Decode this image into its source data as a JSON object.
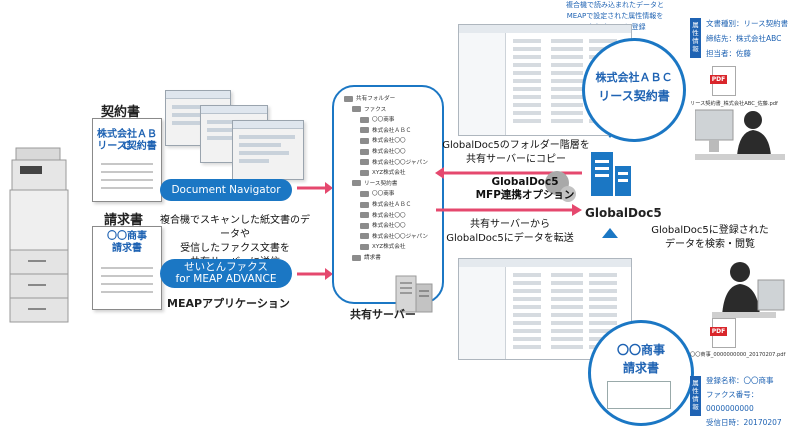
{
  "documents": {
    "contract": {
      "heading": "契約書",
      "sheet_text_line1": "株式会社ＡＢＣ",
      "sheet_text_line2": "リース契約書"
    },
    "invoice": {
      "heading": "請求書",
      "sheet_text_line1": "〇〇商事",
      "sheet_text_line2": "請求書"
    }
  },
  "apps": {
    "document_navigator": "Document Navigator",
    "fax_line1": "せいとんファクス",
    "fax_line2": "for MEAP ADVANCE",
    "meap_label": "MEAPアプリケーション"
  },
  "scan_caption": {
    "line1": "複合機でスキャンした紙文書のデータや",
    "line2": "受信したファクス文書を",
    "line3": "共有サーバーに送信"
  },
  "shared_server": {
    "label": "共有サーバー",
    "tree": [
      "共有フォルダー",
      "ファクス",
      "〇〇商事",
      "株式会社ＡＢＣ",
      "株式会社〇〇",
      "株式会社〇〇",
      "株式会社〇〇ジャパン",
      "XYZ株式会社",
      "リース契約書",
      "〇〇商事",
      "株式会社ＡＢＣ",
      "株式会社〇〇",
      "株式会社〇〇",
      "株式会社〇〇ジャパン",
      "XYZ株式会社",
      "請求書"
    ]
  },
  "globaldoc": {
    "copy_caption_line1": "GlobalDoc5のフォルダー階層を",
    "copy_caption_line2": "共有サーバーにコピー",
    "option_line1": "GlobalDoc5",
    "option_line2": "MFP連携オプション",
    "transfer_line1": "共有サーバーから",
    "transfer_line2": "GlobalDoc5にデータを転送",
    "name": "GlobalDoc5",
    "search_line1": "GlobalDoc5に登録された",
    "search_line2": "データを検索・閲覧",
    "register_line1": "複合機で読み込まれたデータと",
    "register_line2": "MEAPで設定された属性情報を",
    "register_line3": "GlobalDoc5に登録"
  },
  "contract_circle": {
    "line1": "株式会社ＡＢＣ",
    "line2": "リース契約書"
  },
  "invoice_circle": {
    "line1": "〇〇商事",
    "line2": "請求書"
  },
  "attributes_top": {
    "tag": "属性情報",
    "line1": "文書種別：リース契約書",
    "line2": "締結先：株式会社ABC",
    "line3": "担当者：佐藤",
    "pdf_name": "リース契約書_株式会社ABC_佐藤.pdf"
  },
  "attributes_bottom": {
    "tag": "属性情報",
    "line1": "登録名称：〇〇商事",
    "line2": "ファクス番号：0000000000",
    "line3": "受信日時：20170207",
    "pdf_name": "〇〇商事_0000000000_20170207.pdf"
  },
  "pdf_badge": "PDF",
  "colors": {
    "accent": "#1b77c4",
    "arrow": "#e5486e",
    "pdf_red": "#d9262b"
  }
}
